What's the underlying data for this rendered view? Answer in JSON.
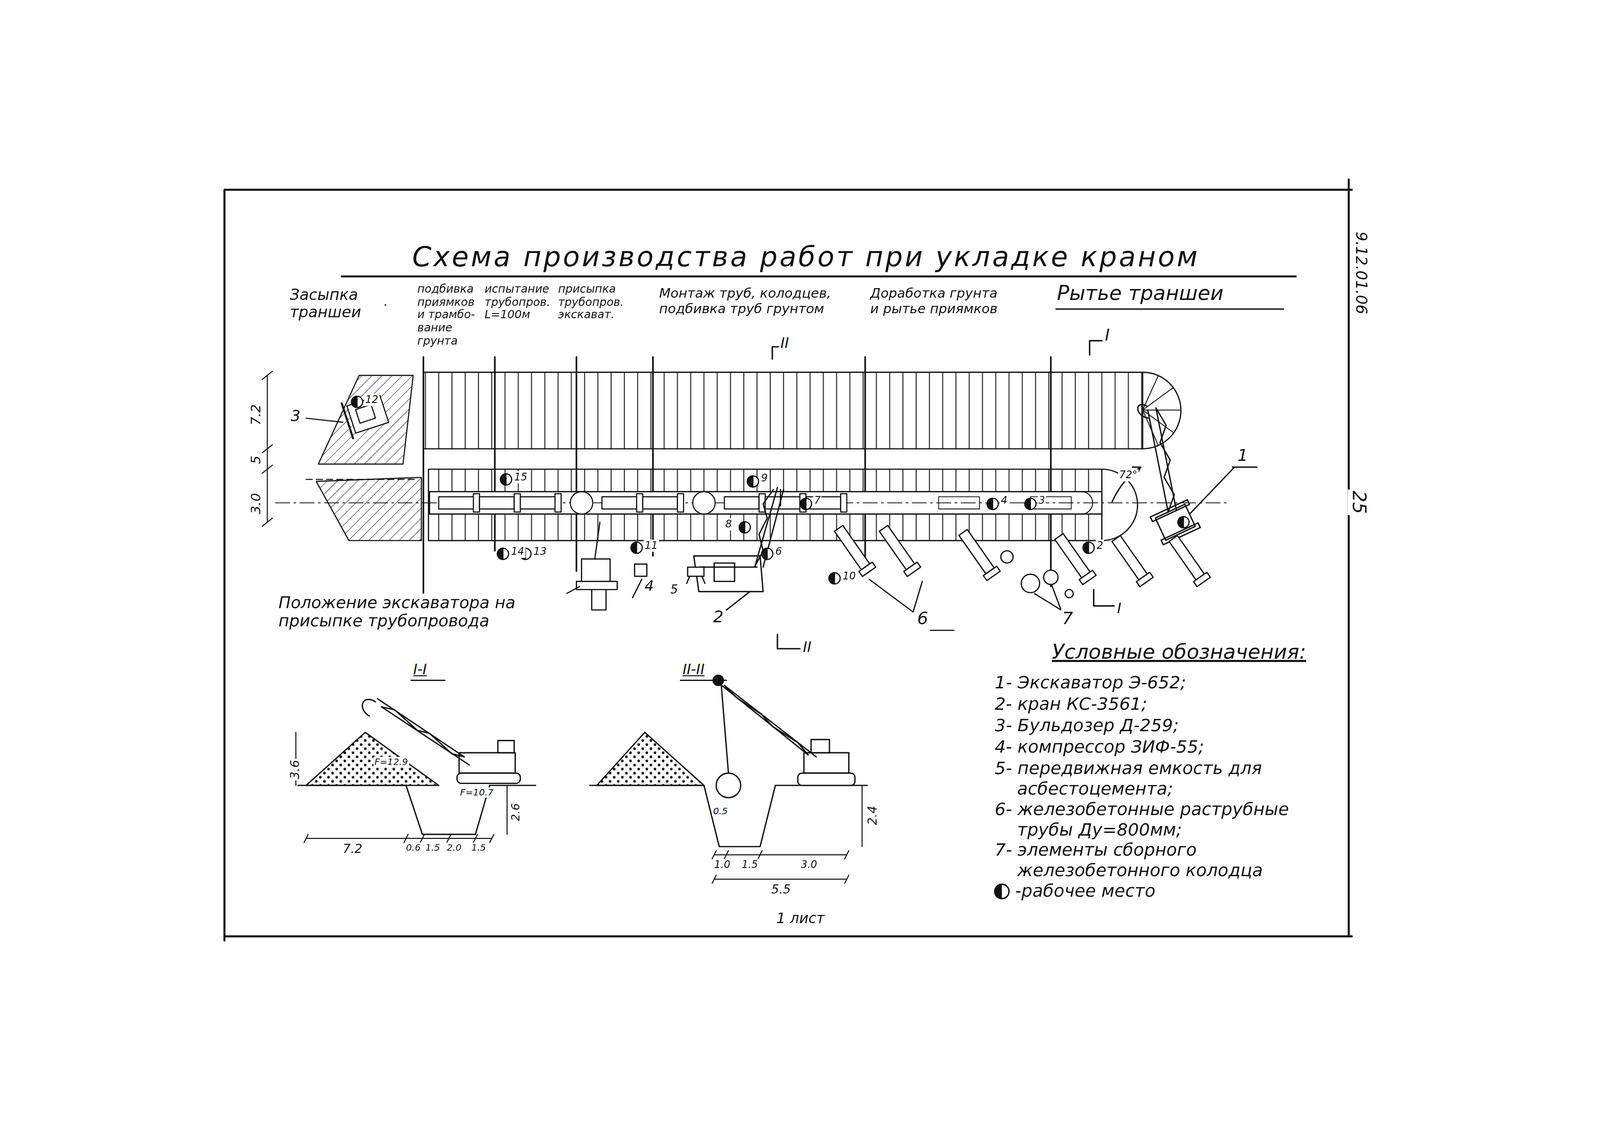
{
  "diagram": {
    "title": "Схема производства работ при укладке краном",
    "labels": [
      "9.12.01.06",
      "25",
      "Засыпка траншеи",
      "подбивка приямков и трамбо- вание грунта",
      "испытание трубопров. L=100м",
      "присыпка трубопров. экскават.",
      "Монтаж труб, колодцев, подбивка труб грунтом",
      "Доработка грунта и рытье приямков",
      "Рытье траншеи",
      "7.2",
      "5",
      "3.0",
      "I",
      "II",
      "3",
      "12",
      "15",
      "14",
      "13",
      "11",
      "9",
      "8",
      "6",
      "7",
      "10",
      "4",
      "3",
      "2",
      "72°",
      "1",
      "2",
      "4",
      "5",
      "6",
      "7",
      "I",
      "II",
      "Положение экскаватора на присыпке трубопровода",
      "I-I",
      "II-II",
      "3.6",
      "F=12.9",
      "F=10.7",
      "2.6",
      "7.2",
      "0.6",
      "1.5",
      "2.0",
      "1.5",
      "2.4",
      "0.5",
      "1.0",
      "1.5",
      "3.0",
      "5.5",
      "Условные обозначения:",
      "1 лист"
    ],
    "legend": [
      {
        "text": "1- Экскаватор Э-652;"
      },
      {
        "text": "2- кран КС-3561;"
      },
      {
        "text": "3- Бульдозер Д-259;"
      },
      {
        "text": "4- компрессор ЗИФ-55;"
      },
      {
        "text": "5- передвижная емкость для асбестоцемента;"
      },
      {
        "text": "6- железобетонные раструбные трубы Ду=800мм;"
      },
      {
        "text": "7- элементы сборного железобетонного колодца"
      },
      {
        "text": "-рабочее место"
      }
    ]
  }
}
